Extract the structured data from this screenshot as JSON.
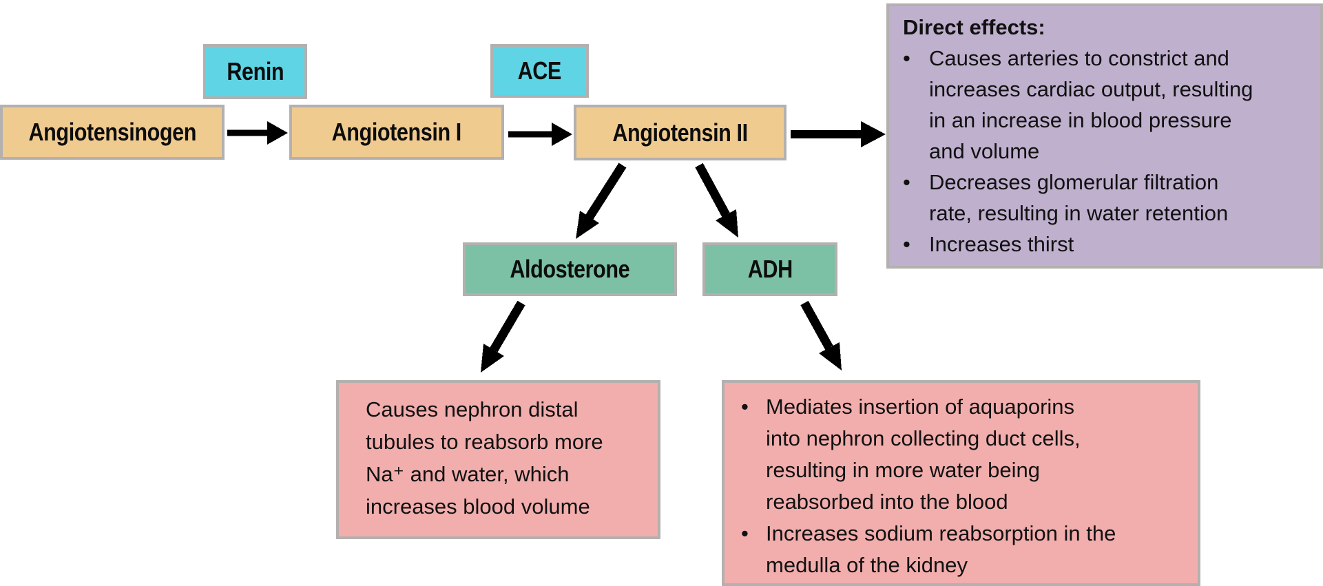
{
  "nodes": {
    "angiotensinogen": "Angiotensinogen",
    "renin": "Renin",
    "angiotensin_i": "Angiotensin I",
    "ace": "ACE",
    "angiotensin_ii": "Angiotensin II",
    "aldosterone": "Aldosterone",
    "adh": "ADH"
  },
  "direct_effects": {
    "title": "Direct effects:",
    "bullets": [
      "Causes arteries to constrict and\nincreases cardiac output, resulting\nin an increase in blood pressure\nand volume",
      "Decreases glomerular filtration\nrate, resulting in water retention",
      "Increases thirst"
    ]
  },
  "aldosterone_effects": {
    "text": "Causes nephron distal\ntubules to reabsorb more\nNa⁺ and water, which\nincreases blood volume"
  },
  "adh_effects": {
    "bullets": [
      "Mediates insertion of aquaporins\ninto nephron collecting duct cells,\nresulting in more water being\nreabsorbed into the blood",
      "Increases sodium reabsorption in the\nmedulla of the kidney"
    ]
  },
  "misc": {
    "bullet": "•"
  },
  "colors": {
    "enzyme_box": "#5fd4e4",
    "substrate_box": "#f0cb90",
    "hormone_box": "#7cc0a6",
    "direct_effects_box": "#bfb0ce",
    "effects_box": "#f2adad",
    "box_border": "#b3b0af",
    "arrow": "#000000",
    "text": "#111111"
  },
  "edges": [
    {
      "from": "Angiotensinogen",
      "to": "Angiotensin I"
    },
    {
      "from": "Angiotensin I",
      "to": "Angiotensin II"
    },
    {
      "from": "Angiotensin II",
      "to": "Direct effects"
    },
    {
      "from": "Angiotensin II",
      "to": "Aldosterone"
    },
    {
      "from": "Angiotensin II",
      "to": "ADH"
    },
    {
      "from": "Aldosterone",
      "to": "Aldosterone effects"
    },
    {
      "from": "ADH",
      "to": "ADH effects"
    }
  ]
}
